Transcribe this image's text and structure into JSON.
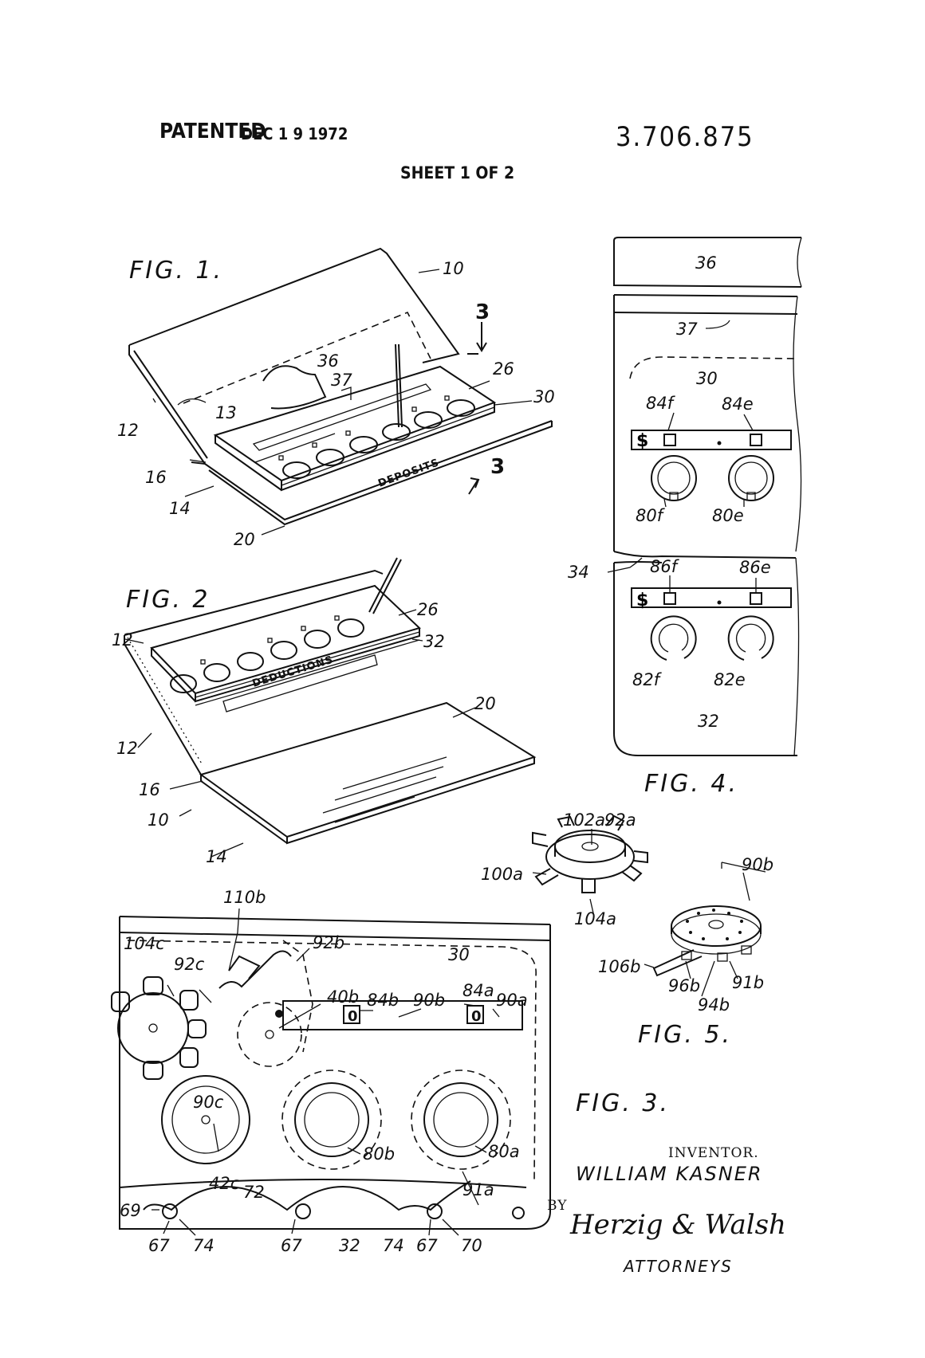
{
  "header": {
    "patented": "PATENTED",
    "date": "DEC 1 9 1972",
    "patent_number": "3.706.875",
    "sheet": "SHEET 1 OF 2"
  },
  "figures": {
    "fig1": "FIG. 1.",
    "fig2": "FIG. 2",
    "fig3": "FIG. 3.",
    "fig4": "FIG. 4.",
    "fig5": "FIG. 5."
  },
  "panel_text": {
    "deposits": "DEPOSITS",
    "deductions": "DEDUCTIONS",
    "dollar": "$",
    "comma": ","
  },
  "fig1_labels": [
    "10",
    "3",
    "36",
    "37",
    "26",
    "30",
    "12",
    "13",
    "16",
    "14",
    "20",
    "3"
  ],
  "fig2_labels": [
    "12",
    "26",
    "32",
    "12",
    "20",
    "16",
    "10",
    "14"
  ],
  "fig3_labels": [
    "110b",
    "92b",
    "104c",
    "92c",
    "30",
    "40b",
    "84b",
    "90b",
    "84a",
    "90a",
    "90c",
    "80b",
    "80a",
    "69",
    "42c",
    "72",
    "91a",
    "67",
    "74",
    "67",
    "32",
    "74",
    "67",
    "70"
  ],
  "fig4_labels": [
    "36",
    "37",
    "30",
    "84f",
    "84e",
    "80f",
    "80e",
    "34",
    "86f",
    "86e",
    "82f",
    "82e",
    "32"
  ],
  "fig5_labels": [
    "102a",
    "92a",
    "90b",
    "100a",
    "104a",
    "106b",
    "96b",
    "91b",
    "94b"
  ],
  "signature": {
    "inventor_label": "INVENTOR.",
    "inventor_name": "WILLIAM KASNER",
    "by": "BY",
    "firm": "Herzig & Walsh",
    "attorneys": "ATTORNEYS"
  }
}
